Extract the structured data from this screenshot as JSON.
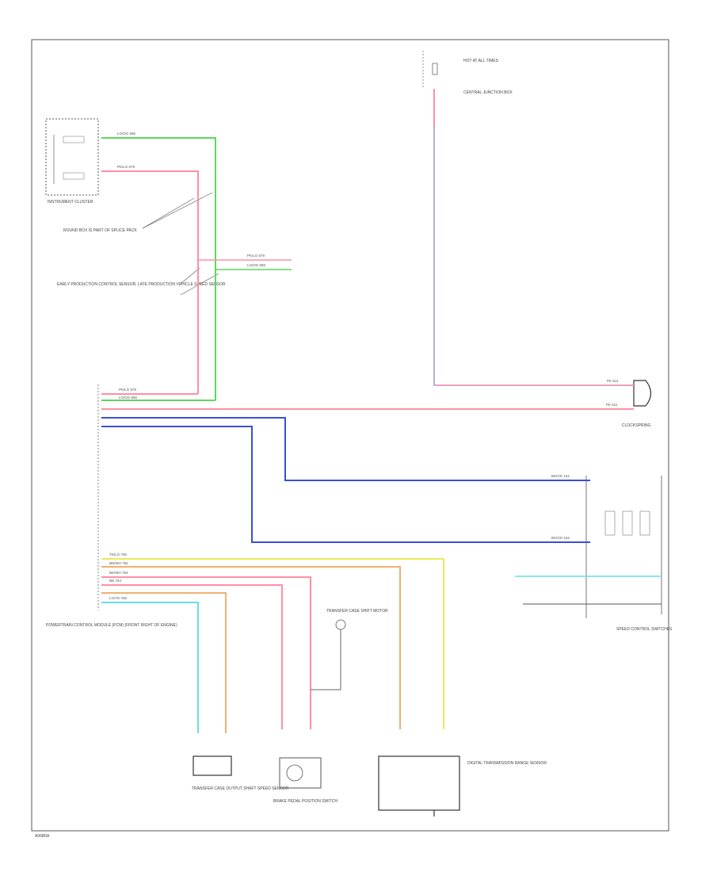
{
  "diagram": {
    "figure_id": "A06B0A",
    "colors": {
      "green": "#5cd65c",
      "pink": "#ff8fa3",
      "blue": "#3a4fd8",
      "yellow": "#eaea5a",
      "orange": "#f0b070",
      "cyan": "#66dde6",
      "purple": "#9aa0e8",
      "frame": "#555555"
    },
    "components": {
      "instrument_cluster": {
        "label": "INSTRUMENT CLUSTER"
      },
      "pcm": {
        "label": "POWERTRAIN CONTROL MODULE (PCM) (FRONT RIGHT OF ENGINE)"
      },
      "fuse_box": {
        "label": "HOT AT ALL TIMES"
      },
      "central_junction": {
        "label": "CENTRAL JUNCTION BOX"
      },
      "clockspring": {
        "label": "CLOCKSPRING"
      },
      "speed_control_switches": {
        "label": "SPEED CONTROL SWITCHES"
      },
      "speed_sensor": {
        "label": "TRANSFER CASE OUTPUT SHAFT SPEED SENSOR"
      },
      "brake_switch": {
        "label": "BRAKE PEDAL POSITION SWITCH"
      },
      "transfer_case_motor": {
        "label": "TRANSFER CASE SHIFT MOTOR"
      },
      "dpfs_switch": {
        "label": "DIGITAL TRANSMISSION RANGE SENSOR"
      }
    },
    "splice_notes": {
      "note1": "ROUND BOX IS PART OF SPLICE PACK",
      "note2": "EARLY PRODUCTION CONTROL SENSOR; LATE PRODUCTION VEHICLE SPEED SENSOR"
    },
    "wires": {
      "w_green_top": "LG/OG 586",
      "w_pink_top": "PK/LG 679",
      "w_pink_mid": "PK/LG 679",
      "w_green_mid": "LG/OG 586",
      "w_pink_pcm": "PK/LG 679",
      "w_green_pcm": "LG/OG 586",
      "w_pink_speed": "PK 511",
      "w_blue_a": "BK/OG 151",
      "w_blue_b": "BK/OG 152",
      "w_yel1": "YE/LG 760",
      "w_yel2": "BN/WH 762",
      "w_pink3": "BK/WH 763",
      "w_pink4": "BN 764",
      "w_cyan": "LG/YE 765",
      "w_fuse": "PK 511"
    }
  }
}
